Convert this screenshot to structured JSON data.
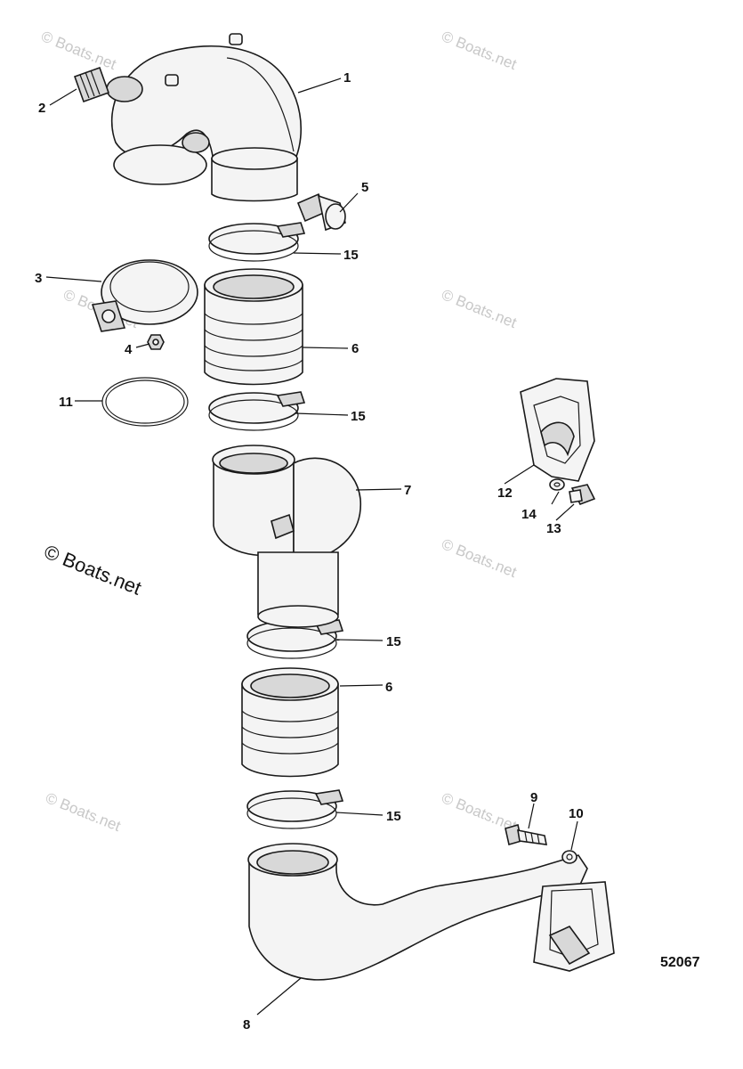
{
  "watermark": "© Boats.net",
  "drawing_number": "52067",
  "callouts": [
    {
      "id": "c1",
      "label": "1"
    },
    {
      "id": "c2",
      "label": "2"
    },
    {
      "id": "c3",
      "label": "3"
    },
    {
      "id": "c4",
      "label": "4"
    },
    {
      "id": "c5",
      "label": "5"
    },
    {
      "id": "c6a",
      "label": "6"
    },
    {
      "id": "c6b",
      "label": "6"
    },
    {
      "id": "c7",
      "label": "7"
    },
    {
      "id": "c8",
      "label": "8"
    },
    {
      "id": "c9",
      "label": "9"
    },
    {
      "id": "c10",
      "label": "10"
    },
    {
      "id": "c11",
      "label": "11"
    },
    {
      "id": "c12",
      "label": "12"
    },
    {
      "id": "c13",
      "label": "13"
    },
    {
      "id": "c14",
      "label": "14"
    },
    {
      "id": "c15a",
      "label": "15"
    },
    {
      "id": "c15b",
      "label": "15"
    },
    {
      "id": "c15c",
      "label": "15"
    },
    {
      "id": "c15d",
      "label": "15"
    }
  ]
}
